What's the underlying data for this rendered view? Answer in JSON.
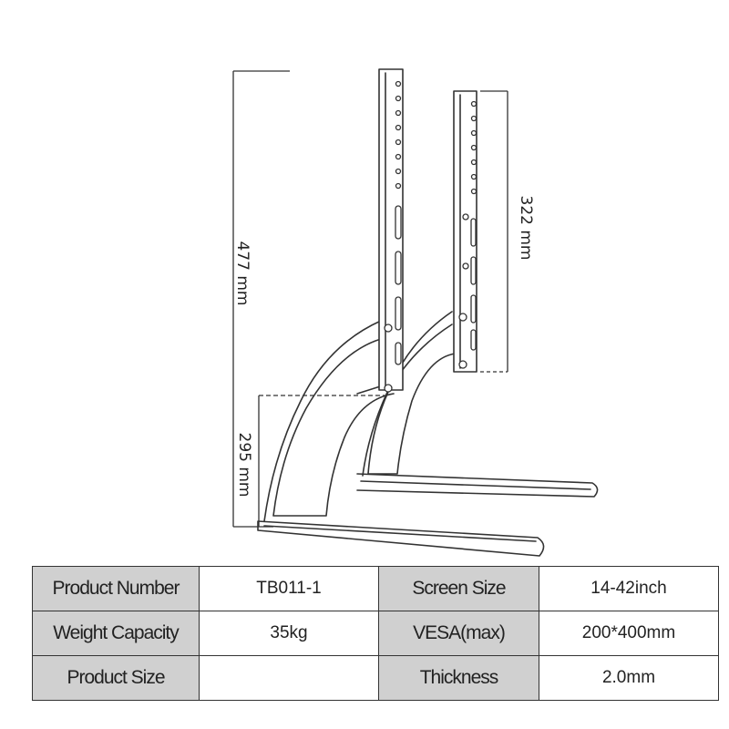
{
  "dimensions": {
    "total_height": "477 mm",
    "plate_height": "322 mm",
    "base_height": "295 mm"
  },
  "specs": {
    "rows": [
      {
        "label1": "Product Number",
        "value1": "TB011-1",
        "label2": "Screen Size",
        "value2": "14-42inch"
      },
      {
        "label1": "Weight Capacity",
        "value1": "35kg",
        "label2": "VESA(max)",
        "value2": "200*400mm"
      },
      {
        "label1": "Product Size",
        "value1": "",
        "label2": "Thickness",
        "value2": "2.0mm"
      }
    ]
  },
  "colors": {
    "label_bg": "#d0d0d0",
    "line": "#333333"
  }
}
